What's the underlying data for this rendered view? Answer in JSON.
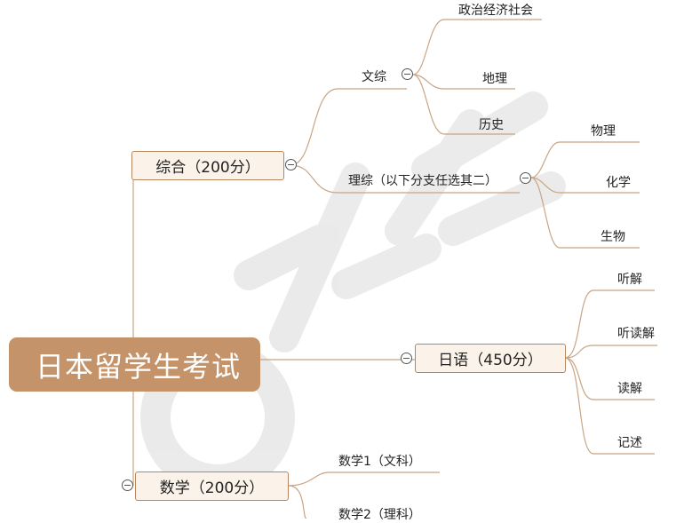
{
  "root": {
    "label": "日本留学生考试"
  },
  "branches": {
    "comprehensive": {
      "label": "综合（200分）",
      "humanities": {
        "label": "文综",
        "children": [
          "政治经济社会",
          "地理",
          "历史"
        ]
      },
      "science": {
        "label": "理综（以下分支任选其二）",
        "children": [
          "物理",
          "化学",
          "生物"
        ]
      }
    },
    "japanese": {
      "label": "日语（450分）",
      "children": [
        "听解",
        "听读解",
        "读解",
        "记述"
      ]
    },
    "math": {
      "label": "数学（200分）",
      "children": [
        "数学1（文科）",
        "数学2（理科）"
      ]
    }
  },
  "watermark": {
    "icon": "brand-logo-icon"
  },
  "colors": {
    "root_bg": "#c4936a",
    "line": "#c8a585",
    "box_border": "#b8865e",
    "box_bg": "#fbf3ea"
  }
}
